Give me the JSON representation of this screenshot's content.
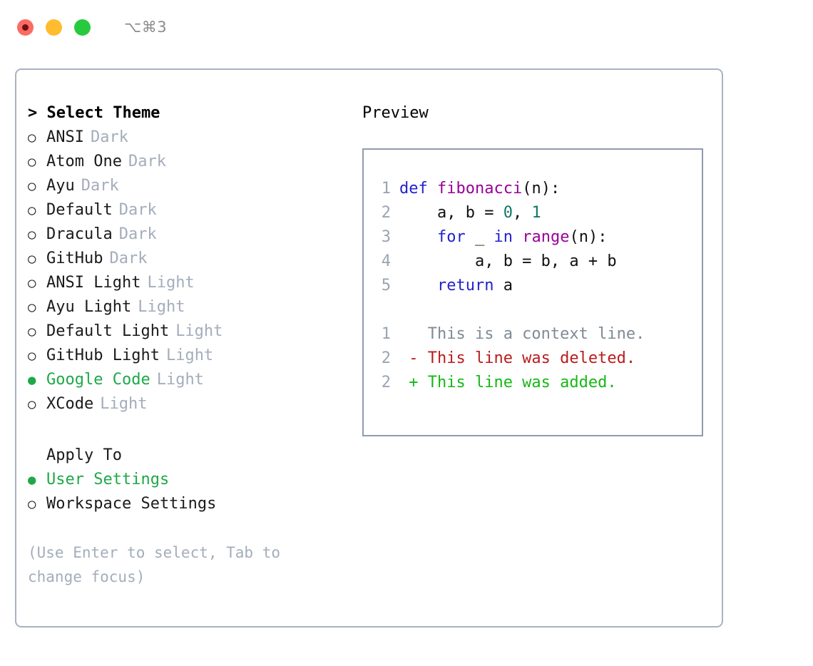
{
  "titlebar": {
    "shortcut": "⌥⌘3",
    "lights": [
      {
        "name": "close-button",
        "color": "#fb6b63"
      },
      {
        "name": "minimize-button",
        "color": "#febc2e"
      },
      {
        "name": "maximize-button",
        "color": "#27ca3f"
      }
    ]
  },
  "theme_picker": {
    "header": "> Select Theme",
    "selected_bullet": "●",
    "unselected_bullet": "○",
    "items": [
      {
        "label": "ANSI",
        "tag": "Dark",
        "selected": false
      },
      {
        "label": "Atom One",
        "tag": "Dark",
        "selected": false
      },
      {
        "label": "Ayu",
        "tag": "Dark",
        "selected": false
      },
      {
        "label": "Default",
        "tag": "Dark",
        "selected": false
      },
      {
        "label": "Dracula",
        "tag": "Dark",
        "selected": false
      },
      {
        "label": "GitHub",
        "tag": "Dark",
        "selected": false
      },
      {
        "label": "ANSI Light",
        "tag": "Light",
        "selected": false
      },
      {
        "label": "Ayu Light",
        "tag": "Light",
        "selected": false
      },
      {
        "label": "Default Light",
        "tag": "Light",
        "selected": false
      },
      {
        "label": "GitHub Light",
        "tag": "Light",
        "selected": false
      },
      {
        "label": "Google Code",
        "tag": "Light",
        "selected": true
      },
      {
        "label": "XCode",
        "tag": "Light",
        "selected": false
      }
    ]
  },
  "apply_to": {
    "header": "Apply To",
    "items": [
      {
        "label": "User Settings",
        "selected": true
      },
      {
        "label": "Workspace Settings",
        "selected": false
      }
    ]
  },
  "hint": "(Use Enter to select, Tab to change focus)",
  "preview": {
    "title": "Preview",
    "code_lines": [
      {
        "lineno": "1",
        "tokens": [
          {
            "text": "def ",
            "type": "kw"
          },
          {
            "text": "fibonacci",
            "type": "fn"
          },
          {
            "text": "(n):",
            "type": "pln"
          }
        ]
      },
      {
        "lineno": "2",
        "tokens": [
          {
            "text": "    a, b = ",
            "type": "pln"
          },
          {
            "text": "0",
            "type": "num"
          },
          {
            "text": ", ",
            "type": "pln"
          },
          {
            "text": "1",
            "type": "num"
          }
        ]
      },
      {
        "lineno": "3",
        "tokens": [
          {
            "text": "    for ",
            "type": "kw"
          },
          {
            "text": "_ ",
            "type": "pln"
          },
          {
            "text": "in ",
            "type": "kw"
          },
          {
            "text": "range",
            "type": "fn"
          },
          {
            "text": "(n):",
            "type": "pln"
          }
        ]
      },
      {
        "lineno": "4",
        "tokens": [
          {
            "text": "        a, b = b, a + b",
            "type": "pln"
          }
        ]
      },
      {
        "lineno": "5",
        "tokens": [
          {
            "text": "    return ",
            "type": "kw"
          },
          {
            "text": "a",
            "type": "pln"
          }
        ]
      }
    ],
    "diff_lines": [
      {
        "lineno": "1",
        "tokens": [
          {
            "text": "   This is a context line.",
            "type": "ctx"
          }
        ]
      },
      {
        "lineno": "2",
        "tokens": [
          {
            "text": " - This line was deleted.",
            "type": "del"
          }
        ]
      },
      {
        "lineno": "2",
        "tokens": [
          {
            "text": " + This line was added.",
            "type": "add"
          }
        ]
      }
    ]
  },
  "colors": {
    "accent_green": "#1ea848",
    "muted": "#a3adbb",
    "panel_border": "#a8b2c1",
    "preview_border": "#8f9bad",
    "keyword": "#2222cc",
    "function": "#990099",
    "number": "#117766",
    "diff_add": "#14b814",
    "diff_del": "#b91c1c"
  }
}
